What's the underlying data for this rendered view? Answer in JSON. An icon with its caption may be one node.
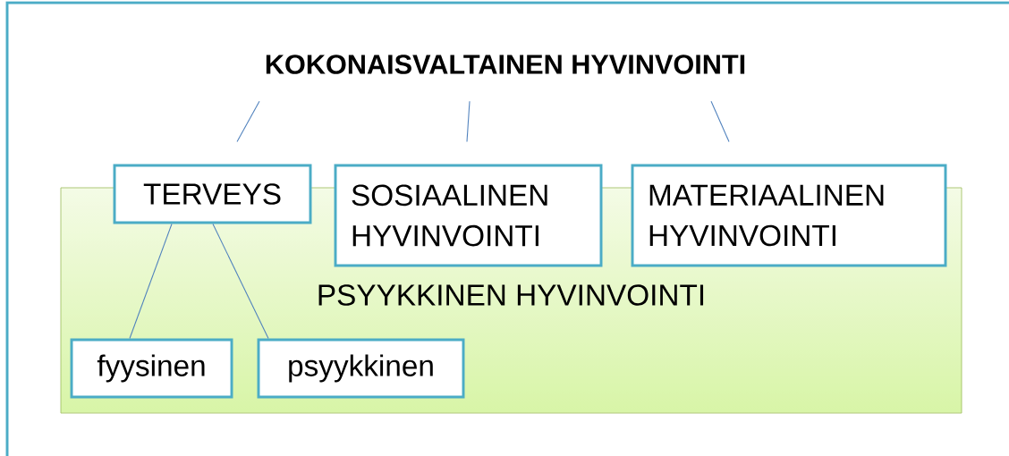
{
  "diagram": {
    "nodes": [
      {
        "text": [
          "KOKONAISVALTAINEN HYVINVOINTI"
        ]
      },
      {
        "text": [
          "TERVEYS"
        ]
      },
      {
        "text": [
          "SOSIAALINEN HYVINVOINTI"
        ]
      },
      {
        "text": [
          "MATERIAALINEN HYVINVOINTI"
        ]
      },
      {
        "text": [
          "PSYYKKINEN HYVINVOINTI"
        ]
      },
      {
        "text": [
          "fyysinen"
        ],
        "in": 4
      },
      {
        "text": [
          "psyykkinen"
        ],
        "in": 4
      }
    ],
    "edges": [
      {
        "from": 0,
        "to": 1,
        "arrow": "none"
      },
      {
        "from": 0,
        "to": 2,
        "arrow": "none"
      },
      {
        "from": 0,
        "to": 3,
        "arrow": "none"
      },
      {
        "from": 1,
        "to": 5,
        "arrow": "none"
      },
      {
        "from": 1,
        "to": 6,
        "arrow": "none"
      }
    ]
  }
}
